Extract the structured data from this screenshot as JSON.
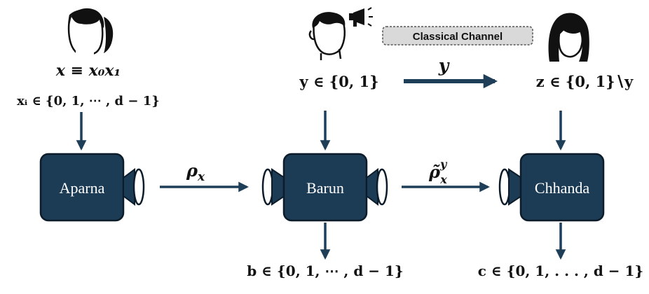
{
  "people": {
    "aparna_icon": "girl-ponytail-icon",
    "barun_icon": "boy-speaking-icon",
    "chhanda_icon": "girl-longhair-icon",
    "megaphone_icon": "megaphone-icon"
  },
  "channel": {
    "label": "Classical Channel"
  },
  "inputs": {
    "x_def": "x ≡ x₀x₁",
    "x_i": "xᵢ ∈ {0, 1, ⋯ , d − 1}",
    "y": "y ∈ {0, 1}",
    "y_msg": "y",
    "z": "z ∈ {0, 1}∖y"
  },
  "boxes": {
    "aparna": "Aparna",
    "barun": "Barun",
    "chhanda": "Chhanda"
  },
  "states": {
    "rho_x": "ρ",
    "rho_x_sub": "x",
    "rho_tilde": "ρ̃",
    "rho_tilde_sup": "y",
    "rho_tilde_sub": "x"
  },
  "outputs": {
    "b": "b ∈ {0, 1, ⋯ , d − 1}",
    "c": "c ∈ {0, 1, . . . , d − 1}"
  },
  "colors": {
    "box": "#1c3b55",
    "arrow": "#1f3e58",
    "channel_bg": "#d9d9d9"
  }
}
